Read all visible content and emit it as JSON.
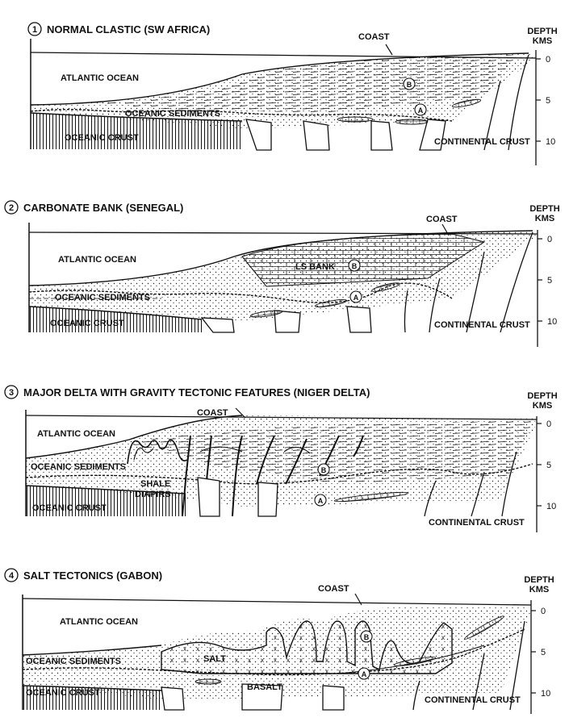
{
  "panels": [
    {
      "number": "1",
      "title": "NORMAL CLASTIC (SW AFRICA)",
      "labels": {
        "ocean": "ATLANTIC OCEAN",
        "sediments": "OCEANIC SEDIMENTS",
        "crust": "OCEANIC CRUST",
        "continental": "CONTINENTAL CRUST",
        "coast": "COAST",
        "a": "A",
        "b": "B",
        "depth": "DEPTH",
        "kms": "KMS"
      },
      "ticks": [
        "0",
        "5",
        "10"
      ]
    },
    {
      "number": "2",
      "title": "CARBONATE BANK (SENEGAL)",
      "labels": {
        "ocean": "ATLANTIC OCEAN",
        "sediments": "OCEANIC SEDIMENTS",
        "crust": "OCEANIC CRUST",
        "continental": "CONTINENTAL CRUST",
        "coast": "COAST",
        "bank": "LS BANK",
        "a": "A",
        "b": "B",
        "depth": "DEPTH",
        "kms": "KMS"
      },
      "ticks": [
        "0",
        "5",
        "10"
      ]
    },
    {
      "number": "3",
      "title": "MAJOR DELTA WITH GRAVITY TECTONIC FEATURES (NIGER DELTA)",
      "labels": {
        "ocean": "ATLANTIC OCEAN",
        "sediments": "OCEANIC SEDIMENTS",
        "crust": "OCEANIC CRUST",
        "continental": "CONTINENTAL CRUST",
        "coast": "COAST",
        "shale1": "SHALE",
        "shale2": "DIAPIRS",
        "a": "A",
        "b": "B",
        "depth": "DEPTH",
        "kms": "KMS"
      },
      "ticks": [
        "0",
        "5",
        "10"
      ]
    },
    {
      "number": "4",
      "title": "SALT TECTONICS (GABON)",
      "labels": {
        "ocean": "ATLANTIC OCEAN",
        "sediments": "OCEANIC SEDIMENTS",
        "crust": "OCEANIC CRUST",
        "continental": "CONTINENTAL CRUST",
        "coast": "COAST",
        "salt": "SALT",
        "basalt": "BASALT",
        "a": "A",
        "b": "B",
        "depth": "DEPTH",
        "kms": "KMS"
      },
      "ticks": [
        "0",
        "5",
        "10"
      ]
    }
  ]
}
